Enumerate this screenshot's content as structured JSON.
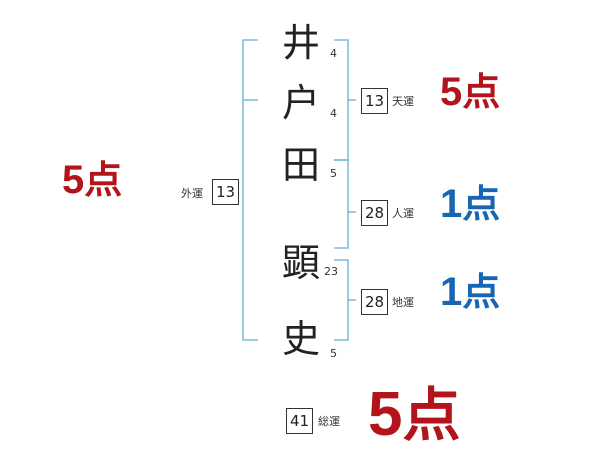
{
  "name_chars": [
    {
      "char": "井",
      "strokes": "4"
    },
    {
      "char": "户",
      "strokes": "4"
    },
    {
      "char": "田",
      "strokes": "5"
    },
    {
      "char": "顕",
      "strokes": "23"
    },
    {
      "char": "史",
      "strokes": "5"
    }
  ],
  "fortunes": {
    "gaiun": {
      "label": "外運",
      "value": "13",
      "score_num": "5",
      "score_unit": "点",
      "color": "#b3141c"
    },
    "tenun": {
      "label": "天運",
      "value": "13",
      "score_num": "5",
      "score_unit": "点",
      "color": "#b3141c"
    },
    "jinun": {
      "label": "人運",
      "value": "28",
      "score_num": "1",
      "score_unit": "点",
      "color": "#1766b3"
    },
    "chiun": {
      "label": "地運",
      "value": "28",
      "score_num": "1",
      "score_unit": "点",
      "color": "#1766b3"
    },
    "souun": {
      "label": "総運",
      "value": "41",
      "score_num": "5",
      "score_unit": "点",
      "color": "#b3141c"
    }
  },
  "bracket_color": "#7ab8dc"
}
